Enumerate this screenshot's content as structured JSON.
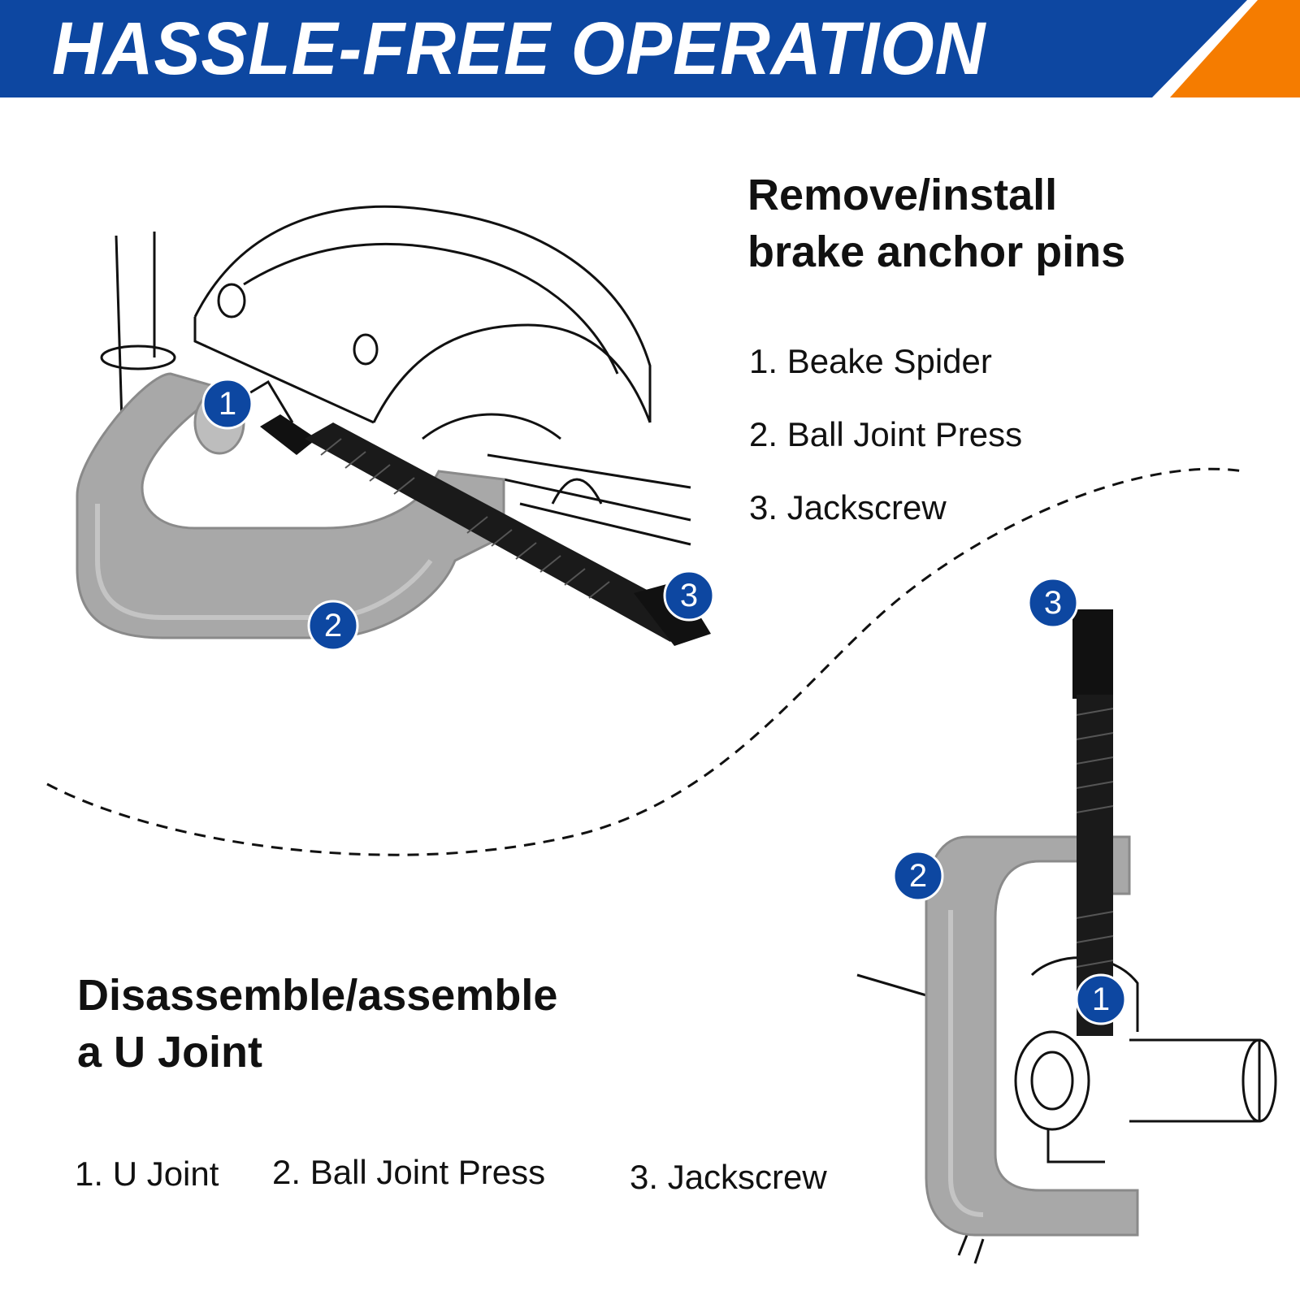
{
  "banner": {
    "title": "HASSLE-FREE OPERATION",
    "bar_color": "#0d47a1",
    "accent_color": "#f57c00"
  },
  "section_brake": {
    "heading_line1": "Remove/install",
    "heading_line2": "brake anchor pins",
    "items": [
      "1. Beake Spider",
      "2. Ball Joint Press",
      "3. Jackscrew"
    ]
  },
  "section_ujoint": {
    "heading_line1": "Disassemble/assemble",
    "heading_line2": "a U Joint",
    "items": [
      "1. U Joint",
      "2. Ball Joint Press",
      "3. Jackscrew"
    ]
  },
  "badges": {
    "one": "1",
    "two": "2",
    "three": "3",
    "color": "#0d47a1"
  },
  "tool": {
    "frame_color": "#a8a8a8",
    "screw_color": "#111111"
  }
}
